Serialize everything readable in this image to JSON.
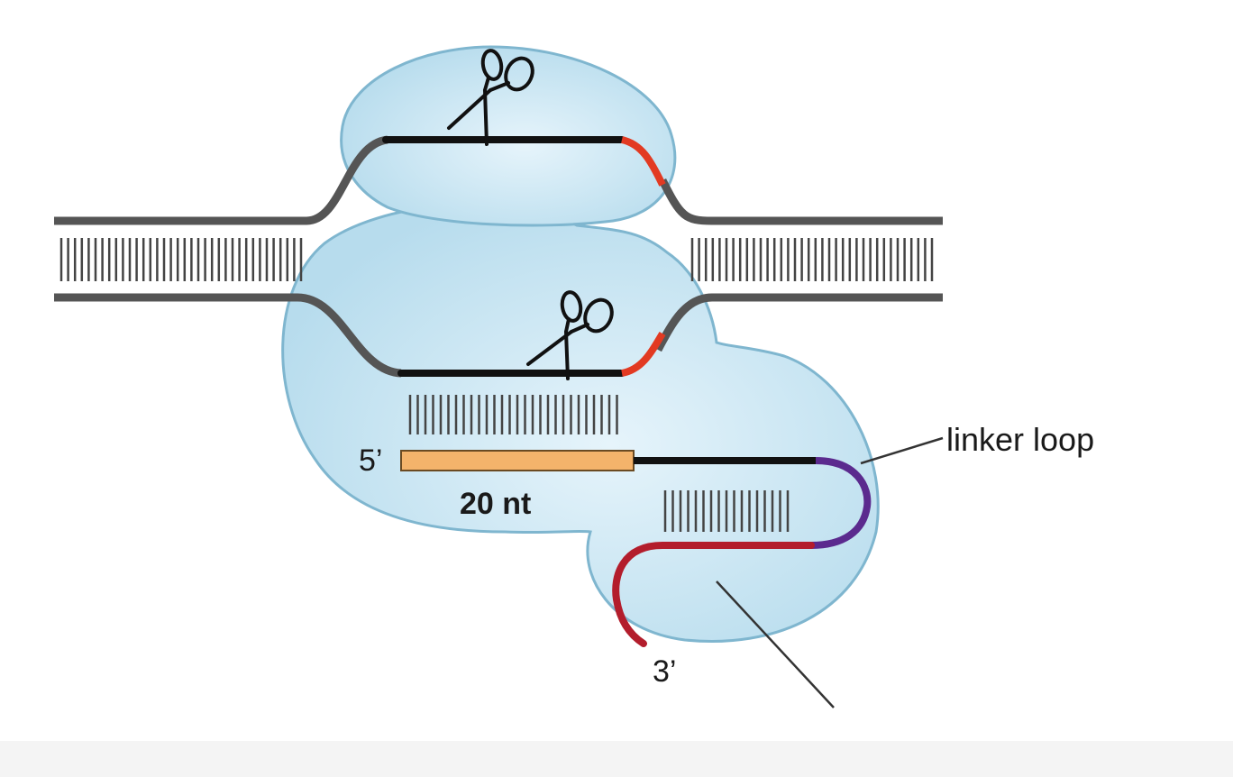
{
  "labels": {
    "five_prime": "5’",
    "three_prime": "3’",
    "length": "20 nt",
    "linker": "linker loop"
  },
  "colors": {
    "protein_fill": "#bcdfee",
    "protein_stroke": "#7fb6cf",
    "dna_strand": "#555555",
    "target_strand": "#111111",
    "pam": "#e23a22",
    "guide_segment": "#f4b36b",
    "tracr_red": "#b31d2c",
    "linker_purple": "#5b2a8e"
  },
  "icons": [
    "scissors-icon",
    "scissors-icon"
  ]
}
